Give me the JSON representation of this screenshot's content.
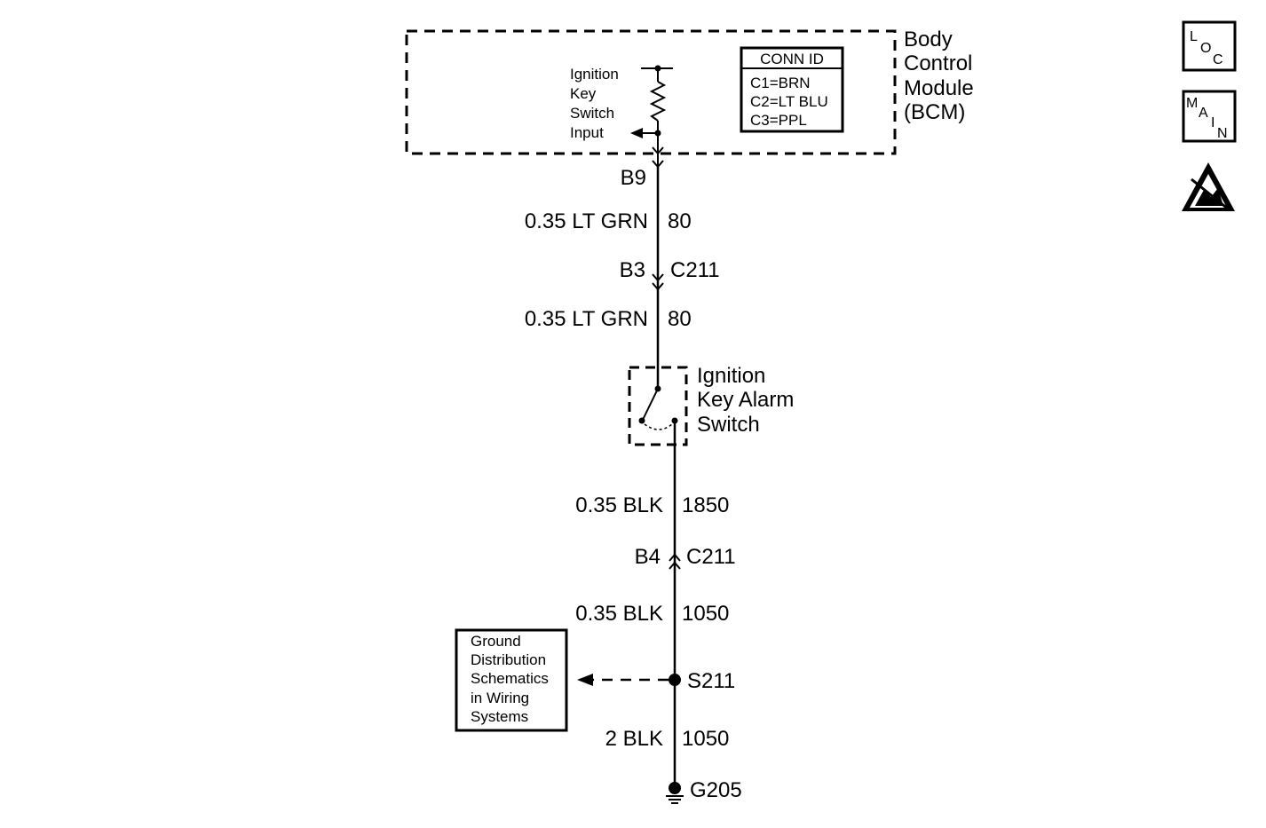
{
  "bcm": {
    "name_lines": [
      "Body",
      "Control",
      "Module",
      "(BCM)"
    ],
    "input_label_lines": [
      "Ignition",
      "Key",
      "Switch",
      "Input"
    ],
    "conn_id": {
      "title": "CONN ID",
      "rows": [
        "C1=BRN",
        "C2=LT BLU",
        "C3=PPL"
      ]
    }
  },
  "wires": {
    "pin_b9": "B9",
    "seg1_gauge_color": "0.35 LT GRN",
    "seg1_circuit": "80",
    "conn_c211_upper_pin": "B3",
    "conn_c211_upper_name": "C211",
    "seg2_gauge_color": "0.35 LT GRN",
    "seg2_circuit": "80",
    "seg3_gauge_color": "0.35 BLK",
    "seg3_circuit": "1850",
    "conn_c211_lower_pin": "B4",
    "conn_c211_lower_name": "C211",
    "seg4_gauge_color": "0.35 BLK",
    "seg4_circuit": "1050",
    "splice": "S211",
    "seg5_gauge_color": "2 BLK",
    "seg5_circuit": "1050",
    "ground": "G205"
  },
  "switch": {
    "name_lines": [
      "Ignition",
      "Key Alarm",
      "Switch"
    ]
  },
  "ground_ref": {
    "lines": [
      "Ground",
      "Distribution",
      "Schematics",
      "in Wiring",
      "Systems"
    ]
  },
  "icons": {
    "loc": {
      "chars": [
        "L",
        "O",
        "C"
      ],
      "name": "loc-icon"
    },
    "main": {
      "chars": [
        "M",
        "A",
        "I",
        "N"
      ],
      "name": "main-icon"
    },
    "esd": {
      "name": "esd-warning-icon"
    }
  }
}
